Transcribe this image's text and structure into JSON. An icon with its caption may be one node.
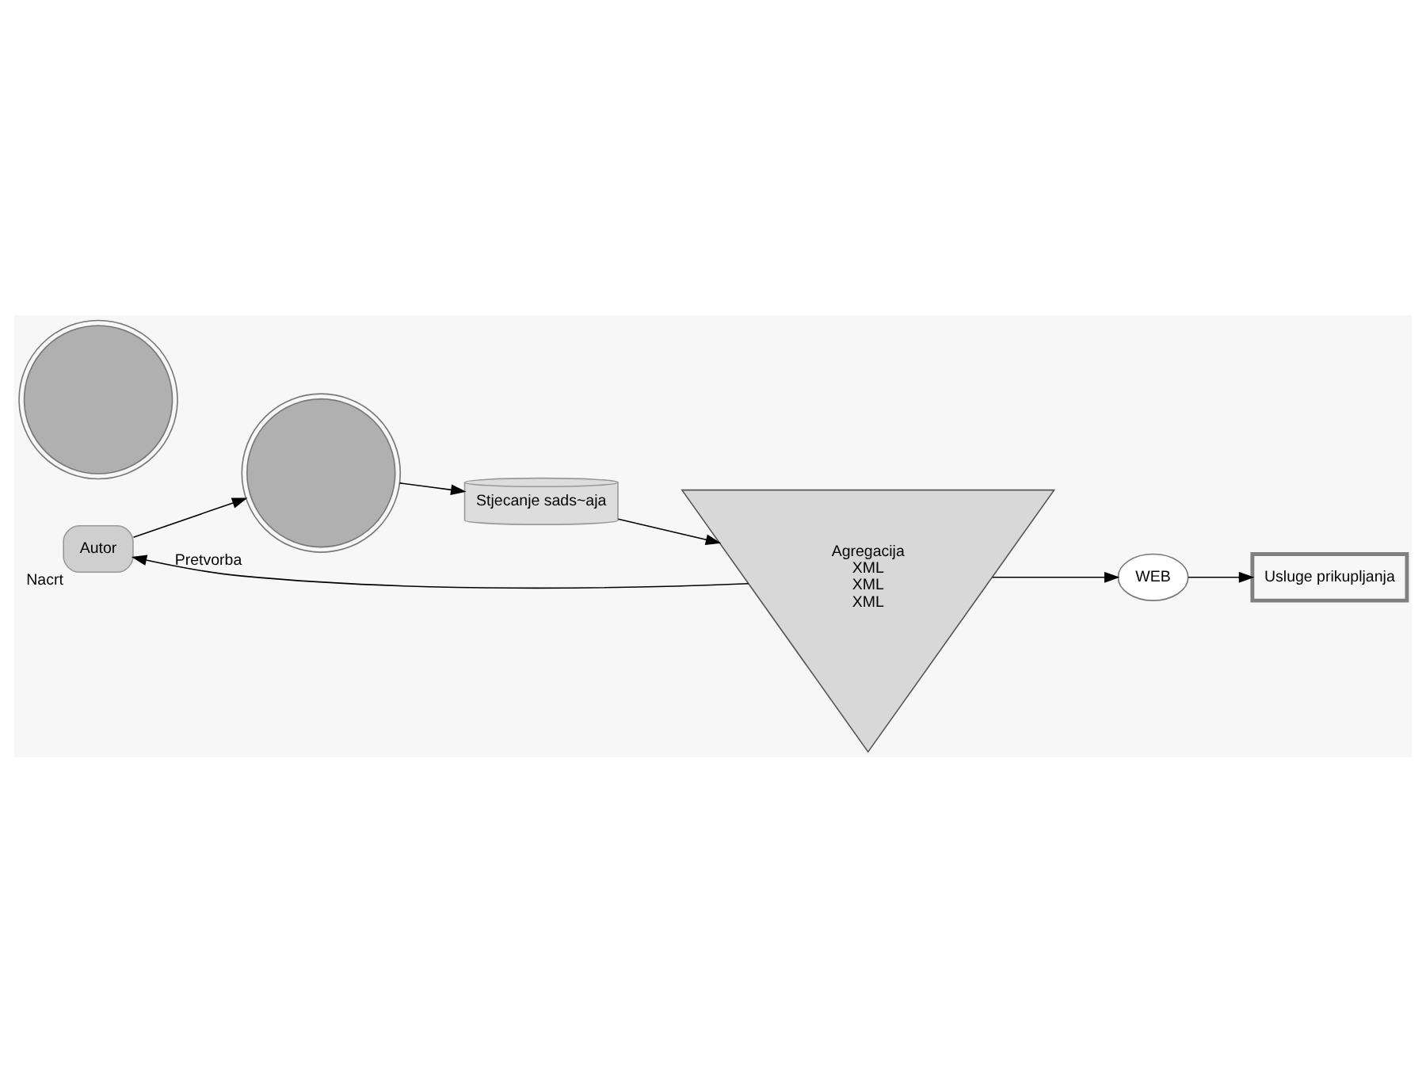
{
  "diagram": {
    "nodes": [
      {
        "text": [
          "Autor"
        ],
        "beside": [
          "Nacrt"
        ]
      },
      {
        "text": [],
        "shape": "picture",
        "beside": [
          "Pretvorba"
        ]
      },
      {
        "text": [
          "Agregacija",
          "XML",
          "XML",
          "XML"
        ]
      },
      {
        "text": [
          "WEB"
        ]
      },
      {
        "text": [
          "Usluge prikupljanja"
        ]
      },
      {
        "text": [
          "Stjecanje sads~aja"
        ]
      },
      {
        "text": [],
        "shape": "picture"
      }
    ],
    "edges": [
      {
        "from": 2,
        "to": 0,
        "arrow": "to"
      },
      {
        "from": 0,
        "to": 1,
        "arrow": "to"
      },
      {
        "from": 1,
        "to": 5,
        "arrow": "to"
      },
      {
        "from": 5,
        "to": 2,
        "arrow": "to"
      },
      {
        "from": 2,
        "to": 3,
        "arrow": "to"
      },
      {
        "from": 3,
        "to": 4,
        "arrow": "to"
      }
    ]
  }
}
